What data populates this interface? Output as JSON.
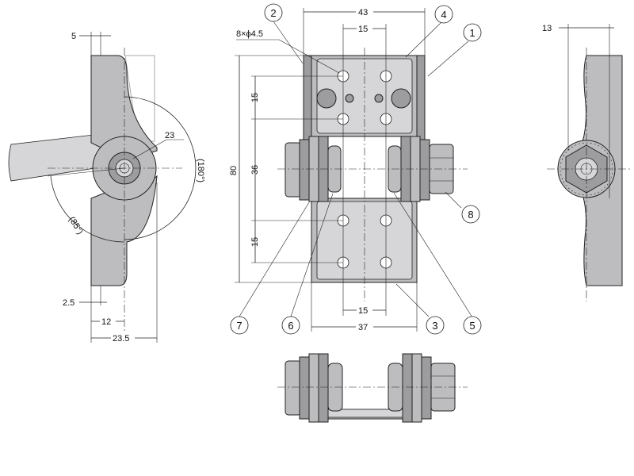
{
  "dimensions": {
    "left_top_thickness": "5",
    "left_pin_diameter": "23",
    "left_open_angle": "(180°)",
    "left_close_angle": "(85°)",
    "left_offset": "2.5",
    "left_pin_center": "12",
    "left_total_width": "23.5",
    "front_width_top": "43",
    "front_hole_pitch_top": "15",
    "front_hole_spec": "8×ϕ4.5",
    "front_height": "80",
    "front_upper_pitch": "15",
    "front_middle_pitch": "36",
    "front_lower_pitch": "15",
    "front_hole_pitch_bottom": "15",
    "front_width_bottom": "37",
    "right_offset": "13"
  },
  "balloons": [
    "1",
    "2",
    "3",
    "4",
    "5",
    "6",
    "7",
    "8"
  ],
  "colors": {
    "part_fill": "#bdbdbf",
    "line": "#222222"
  }
}
